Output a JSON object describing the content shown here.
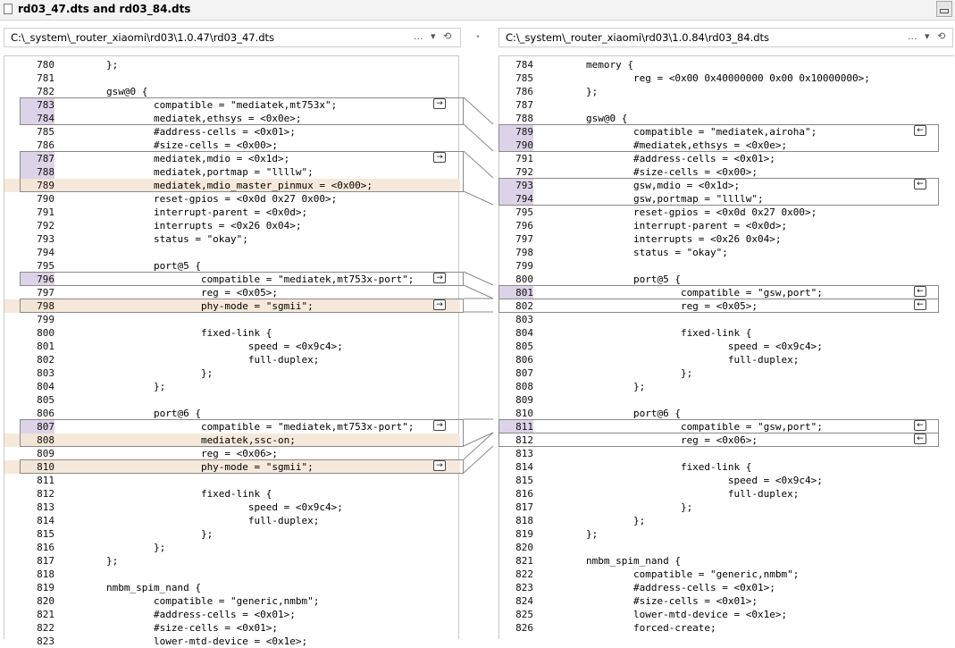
{
  "window": {
    "title": "rd03_47.dts and rd03_84.dts"
  },
  "left": {
    "path": "C:\\_system\\_router_xiaomi\\rd03\\1.0.47\\rd03_47.dts",
    "lines": [
      {
        "n": "780",
        "t": "        };",
        "s": ""
      },
      {
        "n": "781",
        "t": "",
        "s": ""
      },
      {
        "n": "782",
        "t": "        gsw@0 {",
        "s": ""
      },
      {
        "n": "783",
        "t": "                compatible = \"mediatek,mt753x\";",
        "s": "mod"
      },
      {
        "n": "784",
        "t": "                mediatek,ethsys = <0x0e>;",
        "s": "mod"
      },
      {
        "n": "785",
        "t": "                #address-cells = <0x01>;",
        "s": ""
      },
      {
        "n": "786",
        "t": "                #size-cells = <0x00>;",
        "s": ""
      },
      {
        "n": "787",
        "t": "                mediatek,mdio = <0x1d>;",
        "s": "mod"
      },
      {
        "n": "788",
        "t": "                mediatek,portmap = \"llllw\";",
        "s": "mod"
      },
      {
        "n": "789",
        "t": "                mediatek,mdio_master_pinmux = <0x00>;",
        "s": "chg"
      },
      {
        "n": "790",
        "t": "                reset-gpios = <0x0d 0x27 0x00>;",
        "s": ""
      },
      {
        "n": "791",
        "t": "                interrupt-parent = <0x0d>;",
        "s": ""
      },
      {
        "n": "792",
        "t": "                interrupts = <0x26 0x04>;",
        "s": ""
      },
      {
        "n": "793",
        "t": "                status = \"okay\";",
        "s": ""
      },
      {
        "n": "794",
        "t": "",
        "s": ""
      },
      {
        "n": "795",
        "t": "                port@5 {",
        "s": ""
      },
      {
        "n": "796",
        "t": "                        compatible = \"mediatek,mt753x-port\";",
        "s": "mod"
      },
      {
        "n": "797",
        "t": "                        reg = <0x05>;",
        "s": ""
      },
      {
        "n": "798",
        "t": "                        phy-mode = \"sgmii\";",
        "s": "chg"
      },
      {
        "n": "799",
        "t": "",
        "s": ""
      },
      {
        "n": "800",
        "t": "                        fixed-link {",
        "s": ""
      },
      {
        "n": "801",
        "t": "                                speed = <0x9c4>;",
        "s": ""
      },
      {
        "n": "802",
        "t": "                                full-duplex;",
        "s": ""
      },
      {
        "n": "803",
        "t": "                        };",
        "s": ""
      },
      {
        "n": "804",
        "t": "                };",
        "s": ""
      },
      {
        "n": "805",
        "t": "",
        "s": ""
      },
      {
        "n": "806",
        "t": "                port@6 {",
        "s": ""
      },
      {
        "n": "807",
        "t": "                        compatible = \"mediatek,mt753x-port\";",
        "s": "mod"
      },
      {
        "n": "808",
        "t": "                        mediatek,ssc-on;",
        "s": "chg"
      },
      {
        "n": "809",
        "t": "                        reg = <0x06>;",
        "s": ""
      },
      {
        "n": "810",
        "t": "                        phy-mode = \"sgmii\";",
        "s": "chg"
      },
      {
        "n": "811",
        "t": "",
        "s": ""
      },
      {
        "n": "812",
        "t": "                        fixed-link {",
        "s": ""
      },
      {
        "n": "813",
        "t": "                                speed = <0x9c4>;",
        "s": ""
      },
      {
        "n": "814",
        "t": "                                full-duplex;",
        "s": ""
      },
      {
        "n": "815",
        "t": "                        };",
        "s": ""
      },
      {
        "n": "816",
        "t": "                };",
        "s": ""
      },
      {
        "n": "817",
        "t": "        };",
        "s": ""
      },
      {
        "n": "818",
        "t": "",
        "s": ""
      },
      {
        "n": "819",
        "t": "        nmbm_spim_nand {",
        "s": ""
      },
      {
        "n": "820",
        "t": "                compatible = \"generic,nmbm\";",
        "s": ""
      },
      {
        "n": "821",
        "t": "                #address-cells = <0x01>;",
        "s": ""
      },
      {
        "n": "822",
        "t": "                #size-cells = <0x01>;",
        "s": ""
      },
      {
        "n": "823",
        "t": "                lower-mtd-device = <0x1e>;",
        "s": ""
      }
    ]
  },
  "right": {
    "path": "C:\\_system\\_router_xiaomi\\rd03\\1.0.84\\rd03_84.dts",
    "lines": [
      {
        "n": "784",
        "t": "        memory {",
        "s": ""
      },
      {
        "n": "785",
        "t": "                reg = <0x00 0x40000000 0x00 0x10000000>;",
        "s": ""
      },
      {
        "n": "786",
        "t": "        };",
        "s": ""
      },
      {
        "n": "787",
        "t": "",
        "s": ""
      },
      {
        "n": "788",
        "t": "        gsw@0 {",
        "s": ""
      },
      {
        "n": "789",
        "t": "                compatible = \"mediatek,airoha\";",
        "s": "mod"
      },
      {
        "n": "790",
        "t": "                #mediatek,ethsys = <0x0e>;",
        "s": "mod"
      },
      {
        "n": "791",
        "t": "                #address-cells = <0x01>;",
        "s": ""
      },
      {
        "n": "792",
        "t": "                #size-cells = <0x00>;",
        "s": ""
      },
      {
        "n": "793",
        "t": "                gsw,mdio = <0x1d>;",
        "s": "mod"
      },
      {
        "n": "794",
        "t": "                gsw,portmap = \"llllw\";",
        "s": "mod"
      },
      {
        "n": "795",
        "t": "                reset-gpios = <0x0d 0x27 0x00>;",
        "s": ""
      },
      {
        "n": "796",
        "t": "                interrupt-parent = <0x0d>;",
        "s": ""
      },
      {
        "n": "797",
        "t": "                interrupts = <0x26 0x04>;",
        "s": ""
      },
      {
        "n": "798",
        "t": "                status = \"okay\";",
        "s": ""
      },
      {
        "n": "799",
        "t": "",
        "s": ""
      },
      {
        "n": "800",
        "t": "                port@5 {",
        "s": ""
      },
      {
        "n": "801",
        "t": "                        compatible = \"gsw,port\";",
        "s": "mod"
      },
      {
        "n": "802",
        "t": "                        reg = <0x05>;",
        "s": ""
      },
      {
        "n": "803",
        "t": "",
        "s": ""
      },
      {
        "n": "804",
        "t": "                        fixed-link {",
        "s": ""
      },
      {
        "n": "805",
        "t": "                                speed = <0x9c4>;",
        "s": ""
      },
      {
        "n": "806",
        "t": "                                full-duplex;",
        "s": ""
      },
      {
        "n": "807",
        "t": "                        };",
        "s": ""
      },
      {
        "n": "808",
        "t": "                };",
        "s": ""
      },
      {
        "n": "809",
        "t": "",
        "s": ""
      },
      {
        "n": "810",
        "t": "                port@6 {",
        "s": ""
      },
      {
        "n": "811",
        "t": "                        compatible = \"gsw,port\";",
        "s": "mod"
      },
      {
        "n": "812",
        "t": "                        reg = <0x06>;",
        "s": ""
      },
      {
        "n": "813",
        "t": "",
        "s": ""
      },
      {
        "n": "814",
        "t": "                        fixed-link {",
        "s": ""
      },
      {
        "n": "815",
        "t": "                                speed = <0x9c4>;",
        "s": ""
      },
      {
        "n": "816",
        "t": "                                full-duplex;",
        "s": ""
      },
      {
        "n": "817",
        "t": "                        };",
        "s": ""
      },
      {
        "n": "818",
        "t": "                };",
        "s": ""
      },
      {
        "n": "819",
        "t": "        };",
        "s": ""
      },
      {
        "n": "820",
        "t": "",
        "s": ""
      },
      {
        "n": "821",
        "t": "        nmbm_spim_nand {",
        "s": ""
      },
      {
        "n": "822",
        "t": "                compatible = \"generic,nmbm\";",
        "s": ""
      },
      {
        "n": "823",
        "t": "                #address-cells = <0x01>;",
        "s": ""
      },
      {
        "n": "824",
        "t": "                #size-cells = <0x01>;",
        "s": ""
      },
      {
        "n": "825",
        "t": "                lower-mtd-device = <0x1e>;",
        "s": ""
      },
      {
        "n": "826",
        "t": "                forced-create;",
        "s": ""
      }
    ]
  },
  "icons": {
    "copy_right": "→",
    "copy_left": "←",
    "more": "...",
    "dropdown": "▾",
    "history": "⟲",
    "scroll_up": "▲",
    "separator": "•"
  },
  "colors": {
    "modified": "#dcd3e8",
    "changed": "#f3e5d6",
    "marker_purple": "#9b6fd4",
    "marker_green": "#3bb54a",
    "marker_orange": "#e8a040"
  }
}
